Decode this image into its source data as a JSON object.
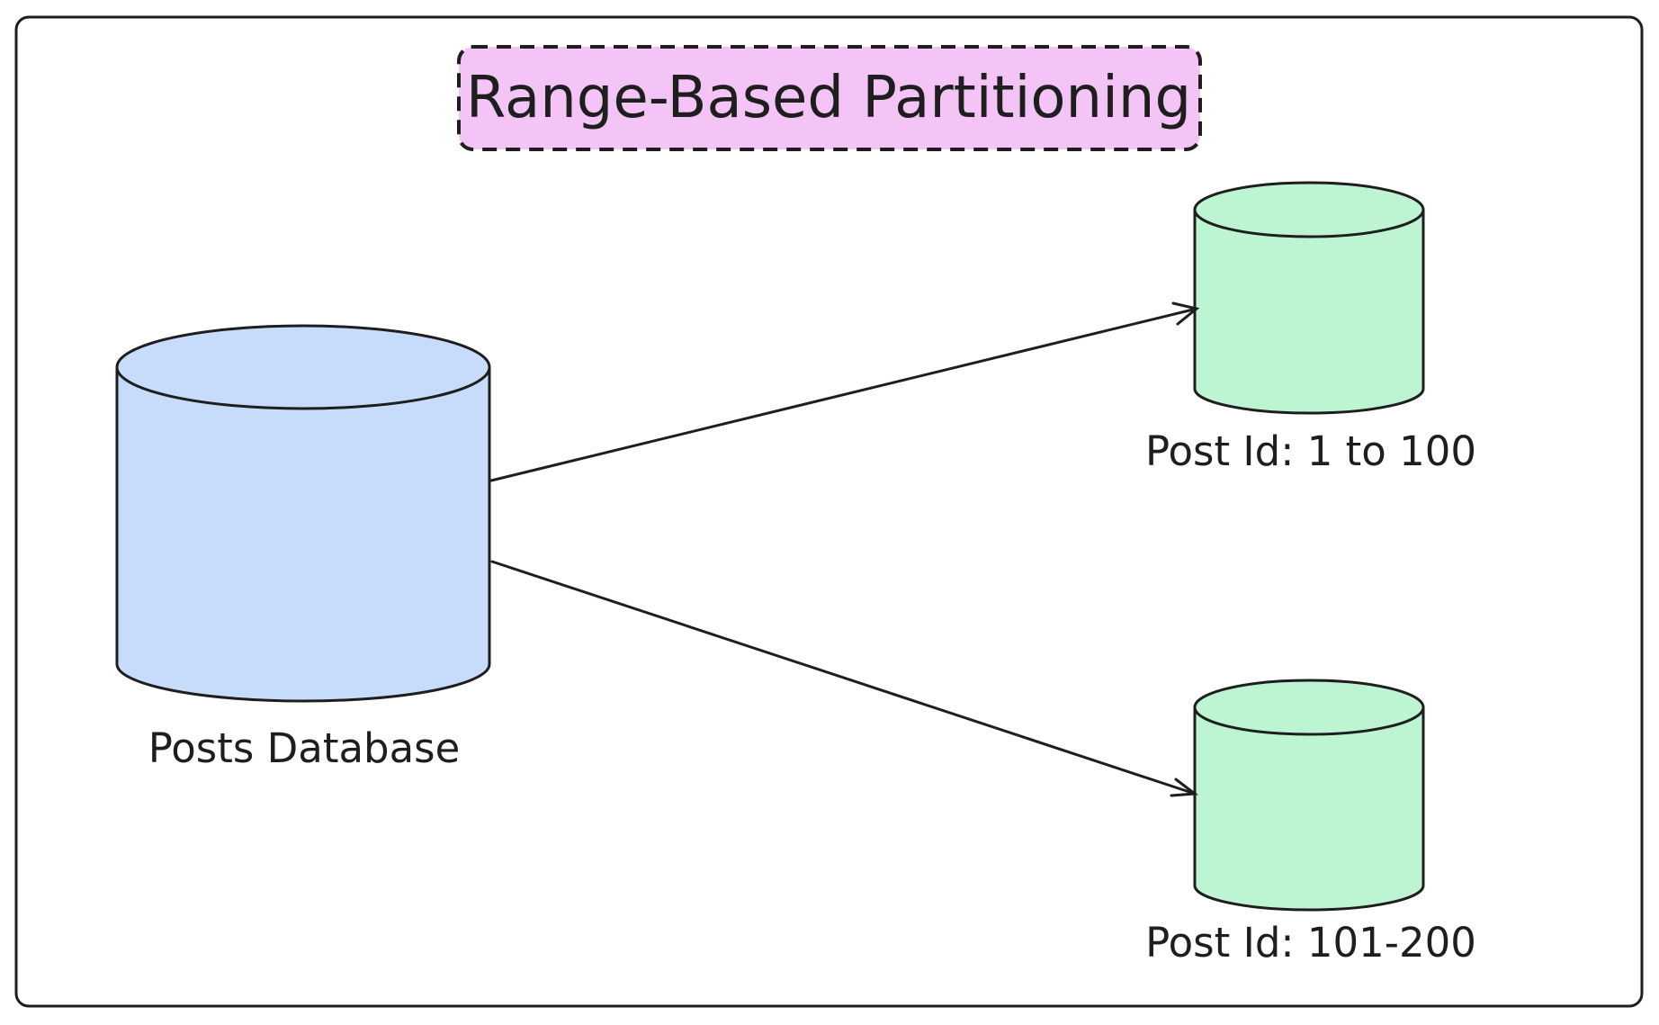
{
  "title": "Range-Based Partitioning",
  "source": {
    "label": "Posts Database"
  },
  "partitions": [
    {
      "label": "Post Id: 1 to 100"
    },
    {
      "label": "Post Id: 101-200"
    }
  ],
  "colors": {
    "stroke": "#1e1e1e",
    "title_fill": "#f3c4f5",
    "source_fill": "#c7dbfb",
    "partition_fill": "#bdf5d2",
    "background": "#ffffff"
  }
}
